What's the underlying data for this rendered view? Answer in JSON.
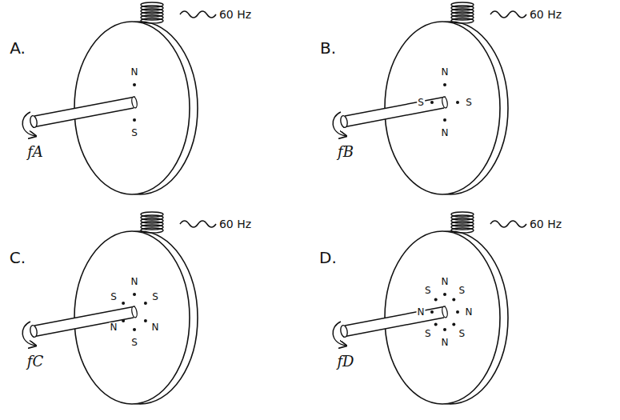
{
  "diagram": {
    "labels": [
      "A.",
      "60 Hz",
      "N",
      "S",
      "fA",
      "B.",
      "60 Hz",
      "N",
      "S",
      "N",
      "S",
      "fB",
      "C.",
      "60 Hz",
      "N",
      "S",
      "N",
      "S",
      "N",
      "S",
      "fC",
      "D.",
      "60 Hz",
      "N",
      "S",
      "N",
      "S",
      "N",
      "S",
      "N",
      "S",
      "fD"
    ]
  }
}
